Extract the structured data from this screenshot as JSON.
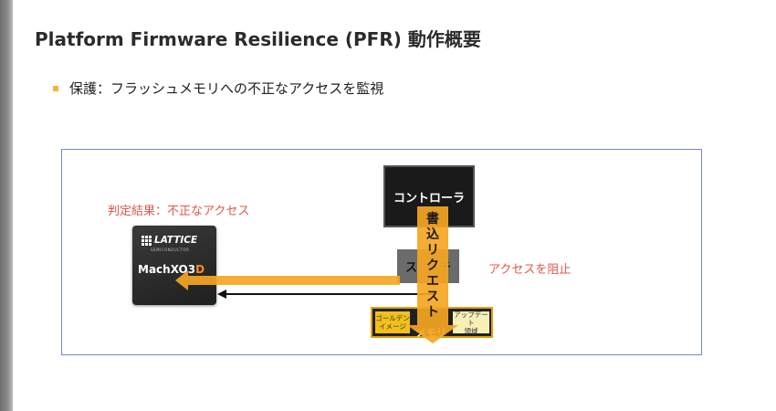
{
  "slide": {
    "title": "Platform Firmware Resilience (PFR) 動作概要",
    "bullet": "保護：フラッシュメモリへの不正なアクセスを監視"
  },
  "diagram": {
    "judgement_label": "判定結果：不正なアクセス",
    "chip": {
      "logo": "LATTICE",
      "subtitle": "SEMICONDUCTOR",
      "name_main": "MachXO3",
      "name_accent": "D"
    },
    "controller_label": "コントローラ",
    "switch_label_left": "ス",
    "switch_label_right": "チ",
    "write_request_chars": [
      "書",
      "込",
      "リ",
      "ク",
      "エ",
      "ス",
      "ト"
    ],
    "memory": {
      "golden_line1": "ゴールデン",
      "golden_line2": "イメージ",
      "label": "メモリ",
      "update_line1": "アップデート",
      "update_line2": "領域"
    },
    "block_label": "アクセスを阻止"
  },
  "colors": {
    "accent_orange": "#f5a623",
    "bullet_yellow": "#f2b632",
    "frame_blue": "#6b8fc5",
    "alert_red": "#e0584a"
  }
}
